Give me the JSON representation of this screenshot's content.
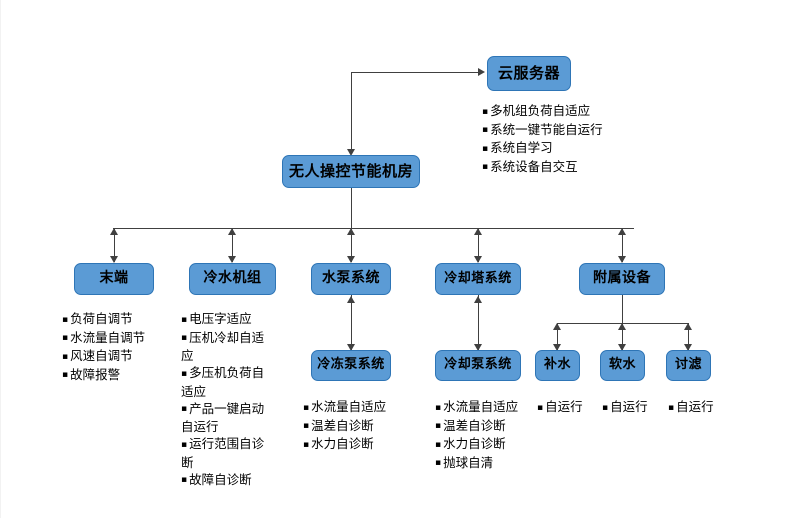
{
  "diagram": {
    "title_node": {
      "label": "无人操控节能机房"
    },
    "cloud_node": {
      "label": "云服务器"
    },
    "cloud_bullets": [
      "多机组负荷自适应",
      "系统一键节能自运行",
      "系统自学习",
      "系统设备自交互"
    ],
    "branches": [
      {
        "label": "末端",
        "bullets": [
          "负荷自调节",
          "水流量自调节",
          "风速自调节",
          "故障报警"
        ]
      },
      {
        "label": "冷水机组",
        "bullets": [
          "电压字适应",
          "压机冷却自适应",
          "多压机负荷自适应",
          "产品一键启动自运行",
          "运行范围自诊断",
          "故障自诊断"
        ]
      },
      {
        "label": "水泵系统",
        "child": {
          "label": "冷冻泵系统"
        },
        "bullets": [
          "水流量自适应",
          "温差自诊断",
          "水力自诊断"
        ]
      },
      {
        "label": "冷却塔系统",
        "child": {
          "label": "冷却泵系统"
        },
        "bullets": [
          "水流量自适应",
          "温差自诊断",
          "水力自诊断",
          "抛球自清"
        ]
      },
      {
        "label": "附属设备",
        "children": [
          {
            "label": "补水",
            "bullets": [
              "自运行"
            ]
          },
          {
            "label": "软水",
            "bullets": [
              "自运行"
            ]
          },
          {
            "label": "讨滤",
            "bullets": [
              "自运行"
            ]
          }
        ]
      }
    ],
    "colors": {
      "node_fill": "#5b9bd5",
      "node_border": "#2e75b6",
      "connector": "#404040",
      "background": "#ffffff"
    }
  }
}
